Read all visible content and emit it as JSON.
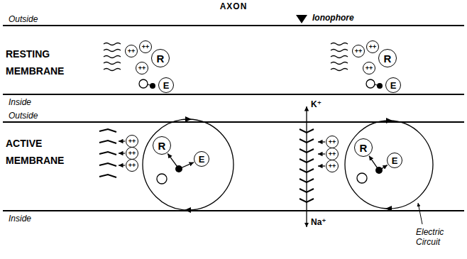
{
  "diagram": {
    "title": "AXON",
    "nodes": [
      {
        "text": [
          "++"
        ]
      },
      {
        "text": [
          "++"
        ]
      },
      {
        "text": [
          "++"
        ]
      },
      {
        "text": [
          "R"
        ]
      },
      {
        "text": [
          "E"
        ]
      },
      {
        "text": [
          "++"
        ]
      },
      {
        "text": [
          "++"
        ]
      },
      {
        "text": [
          "++"
        ]
      },
      {
        "text": [
          "R"
        ]
      },
      {
        "text": [
          "E"
        ]
      },
      {
        "text": [
          "++"
        ]
      },
      {
        "text": [
          "++"
        ]
      },
      {
        "text": [
          "++"
        ]
      },
      {
        "text": [
          "R"
        ]
      },
      {
        "text": [
          "E"
        ]
      },
      {
        "text": [
          "++"
        ]
      },
      {
        "text": [
          "++"
        ]
      },
      {
        "text": [
          "++"
        ]
      },
      {
        "text": [
          "R"
        ]
      },
      {
        "text": [
          "E"
        ]
      }
    ],
    "edges": [
      {
        "from": 13,
        "to": 14,
        "arrow": "both"
      },
      {
        "from": 18,
        "to": 19,
        "arrow": "both"
      }
    ],
    "labels": [
      "Outside",
      "Ionophore",
      "RESTING MEMBRANE",
      "Inside",
      "Outside",
      "ACTIVE MEMBRANE",
      "K⁺",
      "Na⁺",
      "Inside",
      "Electric Circuit"
    ]
  }
}
